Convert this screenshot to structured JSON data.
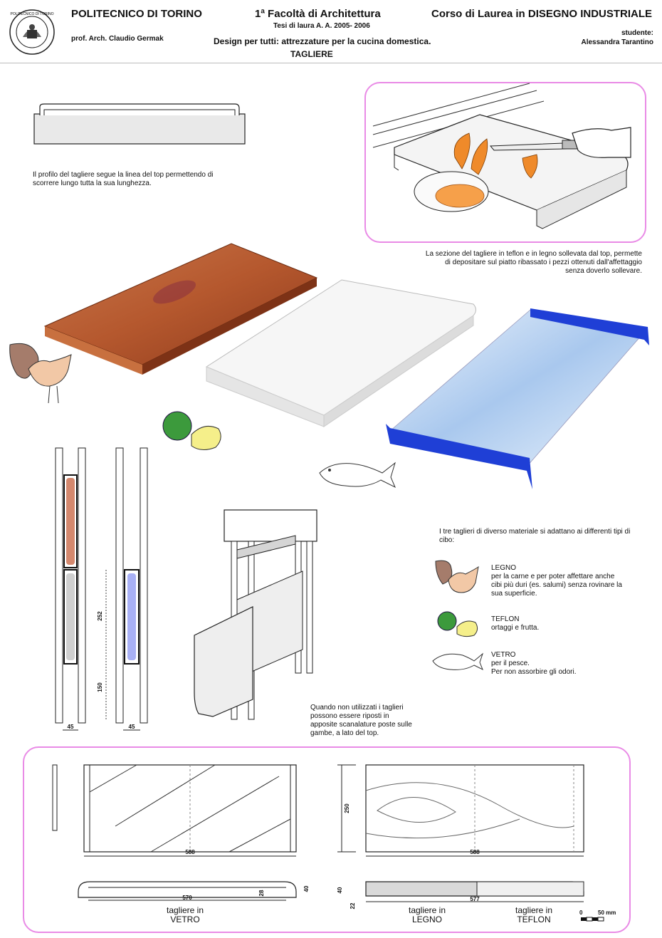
{
  "header": {
    "university": "POLITECNICO DI TORINO",
    "professor": "prof. Arch. Claudio Germak",
    "faculty": "1ª Facoltà di Architettura",
    "thesis_year": "Tesi di laura  A. A. 2005- 2006",
    "project_title": "Design per tutti: attrezzature per la cucina domestica.",
    "subject": "TAGLIERE",
    "course": "Corso di Laurea in DISEGNO INDUSTRIALE",
    "student_label": "studente:",
    "student_name": "Alessandra Tarantino",
    "seal_text": "POLITECNICO DI TORINO"
  },
  "captions": {
    "profile": "Il profilo del tagliere segue la linea del top permettendo di scorrere lungo tutta la sua lunghezza.",
    "section_line1": "La sezione del tagliere in teflon e in legno sollevata dal top, permette",
    "section_line2": "di depositare sul piatto ribassato i pezzi ottenuti dall'affettaggio",
    "section_line3": "senza doverlo sollevare.",
    "storage": "Quando non utilizzati i taglieri possono essere riposti in apposite scanalature poste sulle gambe, a lato del top.",
    "intro": "I tre taglieri di diverso materiale si adattano ai differenti tipi di cibo:"
  },
  "materials": [
    {
      "name": "LEGNO",
      "line1": "per la carne e per poter affettare anche",
      "line2": "cibi più duri (es. salumi) senza rovinare la",
      "line3": "sua superficie."
    },
    {
      "name": "TEFLON",
      "line1": "ortaggi e frutta."
    },
    {
      "name": "VETRO",
      "line1": "per il pesce.",
      "line2": "Per non assorbire gli odori."
    }
  ],
  "dimensions": {
    "leg_width_a": "45",
    "leg_width_b": "45",
    "slot_height": "252",
    "slot_offset": "150",
    "board_length_a": "588",
    "board_length_b": "588",
    "board_width": "250",
    "glass_inner": "570",
    "glass_thickness": "28",
    "glass_height": "40",
    "wood_height": "40",
    "wood_base": "22",
    "wood_inner": "577",
    "scale_start": "0",
    "scale_end": "50 mm"
  },
  "labels": {
    "glass_a": "tagliere in",
    "glass_b": "VETRO",
    "wood_a": "tagliere in",
    "wood_b": "LEGNO",
    "teflon_a": "tagliere in",
    "teflon_b": "TEFLON"
  },
  "colors": {
    "frame": "#e98be6",
    "wood": "#b5582e",
    "teflon": "#f2f2f2",
    "glass_edge": "#1f3fd6",
    "glass_body": "#cfe0f5"
  }
}
